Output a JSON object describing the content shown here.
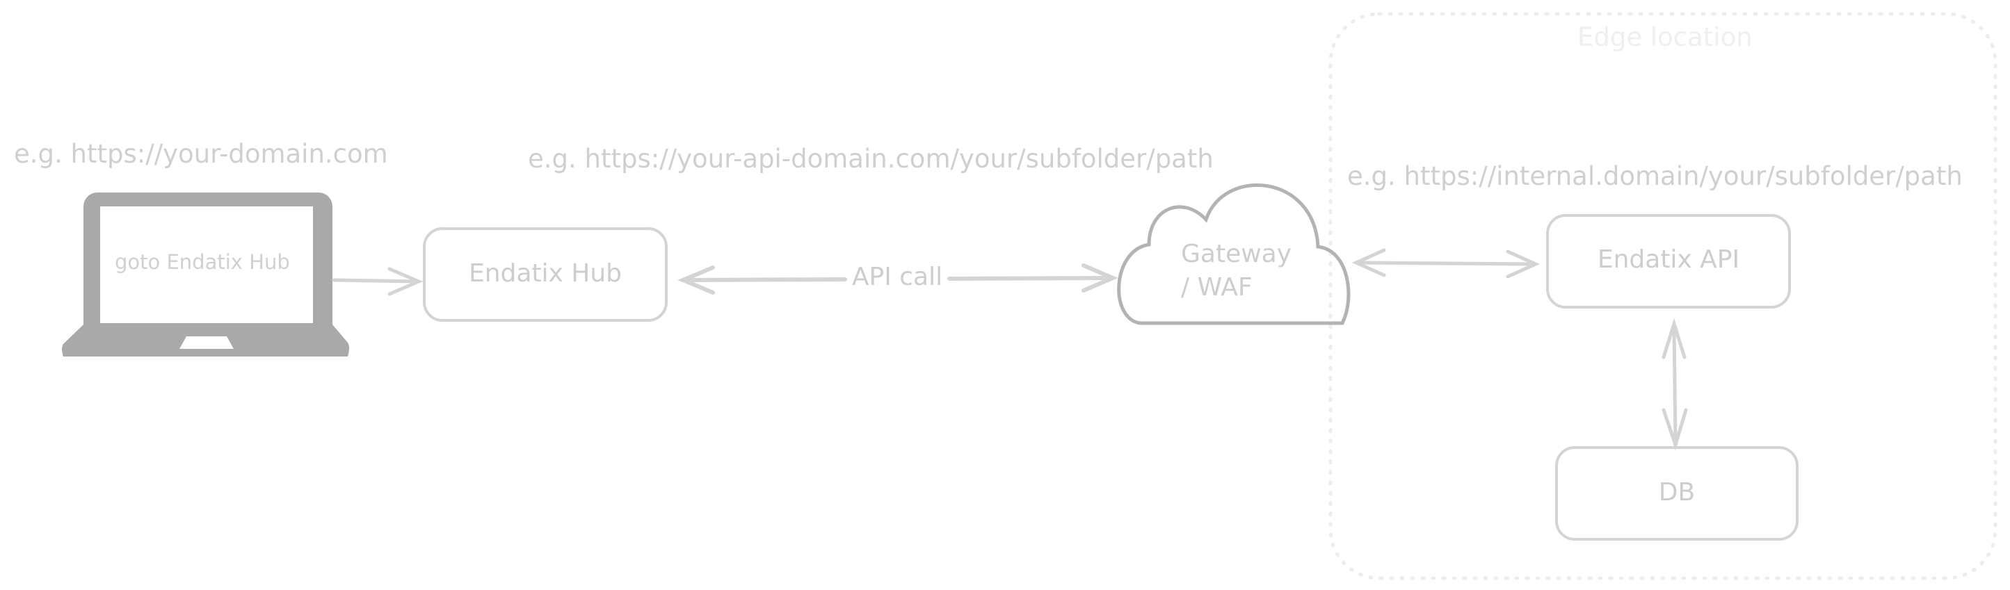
{
  "diagram": {
    "type": "architecture",
    "colors": {
      "stroke": "#d4d4d4",
      "laptop": "#a9a9a9",
      "cloud_stroke": "#b3b3b3",
      "text": "#cfcfcf",
      "edge_border": "#eeeeee"
    },
    "labels": {
      "client_url": "e.g. https://your-domain.com",
      "api_url": "e.g. https://your-api-domain.com/your/subfolder/path",
      "internal_url": "e.g. https://internal.domain/your/subfolder/path",
      "edge_location": "Edge location"
    },
    "nodes": {
      "laptop": {
        "label": "goto Endatix Hub",
        "icon": "laptop-icon"
      },
      "hub": {
        "label": "Endatix Hub"
      },
      "gateway": {
        "line1": "Gateway",
        "line2": "/ WAF",
        "icon": "cloud-icon"
      },
      "api": {
        "label": "Endatix API"
      },
      "db": {
        "label": "DB"
      }
    },
    "edges": [
      {
        "from": "laptop",
        "to": "hub",
        "direction": "forward",
        "label": ""
      },
      {
        "from": "hub",
        "to": "gateway",
        "direction": "both",
        "label": "API call"
      },
      {
        "from": "gateway",
        "to": "api",
        "direction": "both",
        "label": ""
      },
      {
        "from": "api",
        "to": "db",
        "direction": "both",
        "label": ""
      }
    ]
  }
}
